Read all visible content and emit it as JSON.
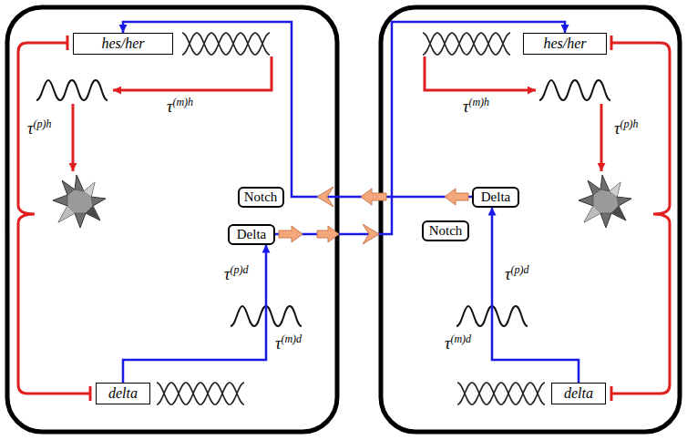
{
  "diagram": {
    "nodes": [
      {
        "text": [
          "hes/her"
        ]
      },
      {
        "text": [
          "hes/her"
        ]
      },
      {
        "text": [
          "Notch"
        ]
      },
      {
        "text": [
          "Delta"
        ]
      },
      {
        "text": [
          "Delta"
        ]
      },
      {
        "text": [
          "Notch"
        ]
      },
      {
        "text": [
          "delta"
        ]
      },
      {
        "text": [
          "delta"
        ]
      }
    ],
    "edges": [
      {
        "from": 6,
        "to": 4,
        "arrow": "to"
      },
      {
        "from": 4,
        "to": 1,
        "arrow": "to"
      },
      {
        "from": 7,
        "to": 3,
        "arrow": "to"
      },
      {
        "from": 3,
        "to": 0,
        "arrow": "to"
      }
    ],
    "labels": [
      "τ(m)h",
      "τ(m)h",
      "τ(p)h",
      "τ(p)h",
      "τ(p)d",
      "τ(p)d",
      "τ(m)d",
      "τ(m)d"
    ]
  }
}
